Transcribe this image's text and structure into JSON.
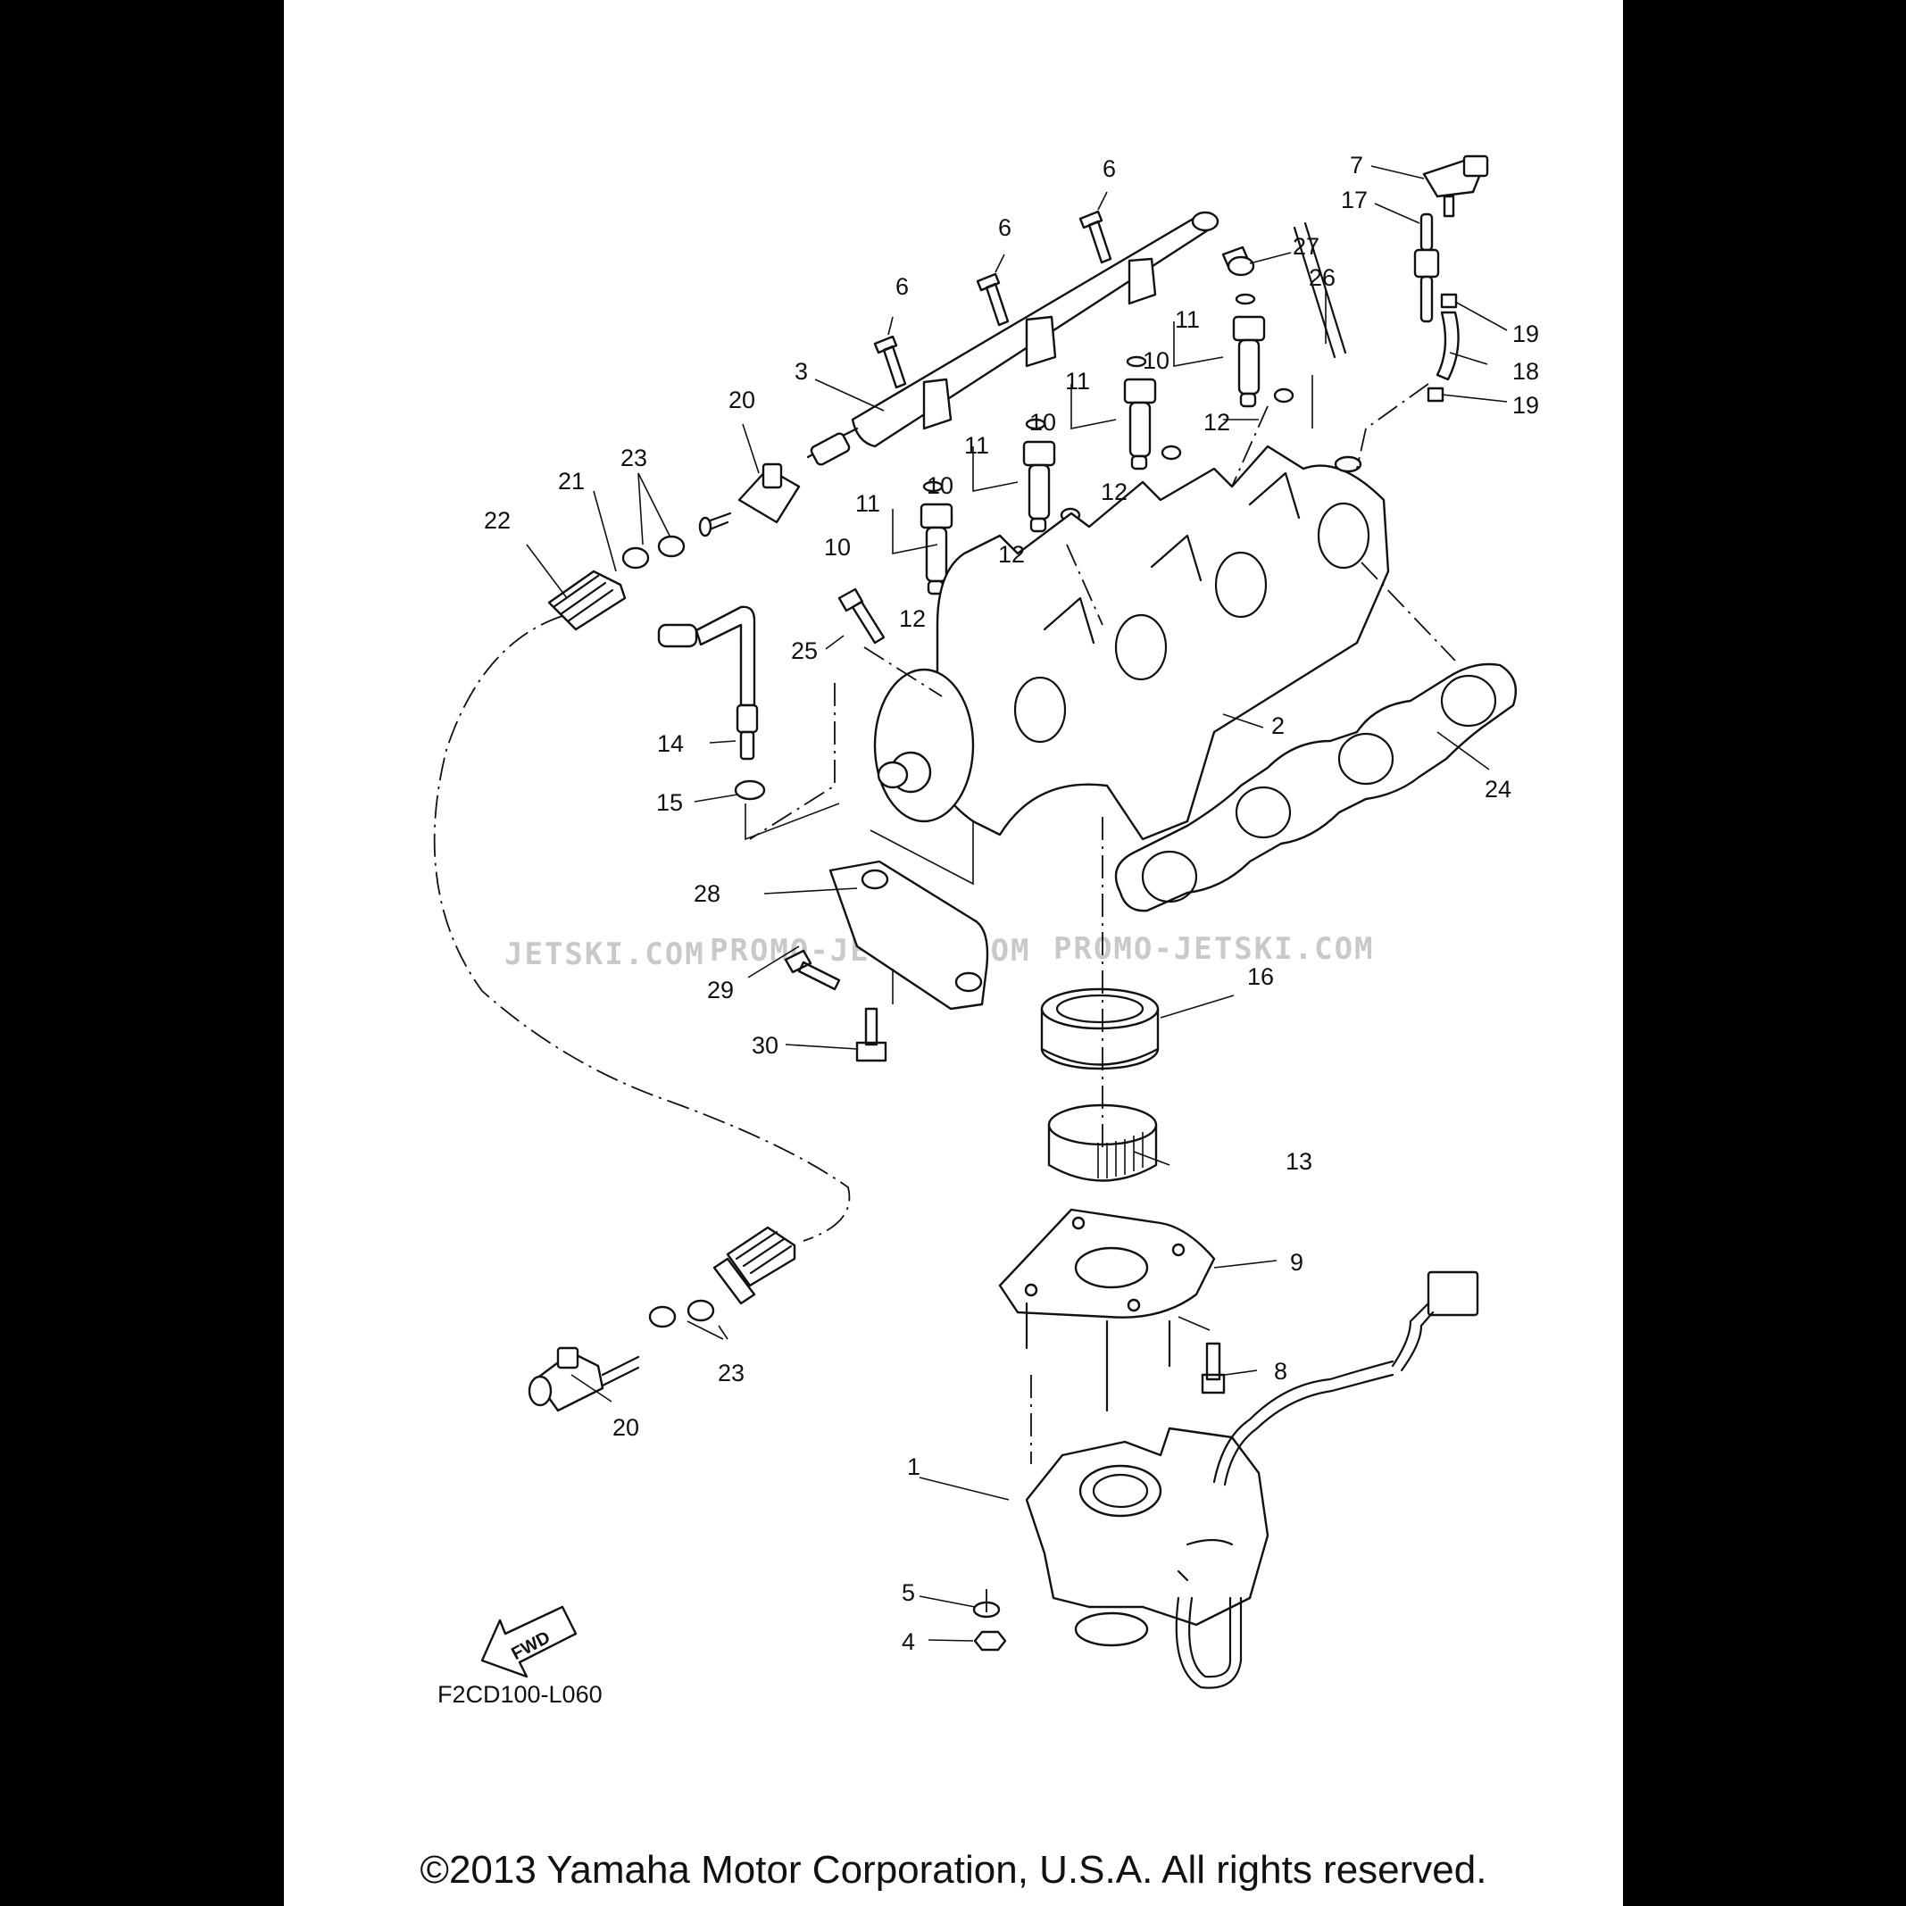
{
  "diagram": {
    "part_labels": [
      "1",
      "2",
      "3",
      "4",
      "5",
      "6",
      "6",
      "6",
      "7",
      "8",
      "9",
      "10",
      "10",
      "10",
      "10",
      "11",
      "11",
      "11",
      "11",
      "12",
      "12",
      "12",
      "12",
      "13",
      "14",
      "15",
      "16",
      "17",
      "18",
      "19",
      "19",
      "20",
      "20",
      "21",
      "22",
      "23",
      "23",
      "24",
      "25",
      "26",
      "27",
      "28",
      "29",
      "30"
    ],
    "fwd_arrow_text": "FWD",
    "figure_code": "F2CD100-L060",
    "watermarks": [
      "JETSKI.COM",
      "PROMO-JETSKI.COM",
      "PROMO-JETSKI.COM"
    ]
  },
  "footer": {
    "copyright": "©2013 Yamaha Motor Corporation, U.S.A. All rights reserved."
  }
}
